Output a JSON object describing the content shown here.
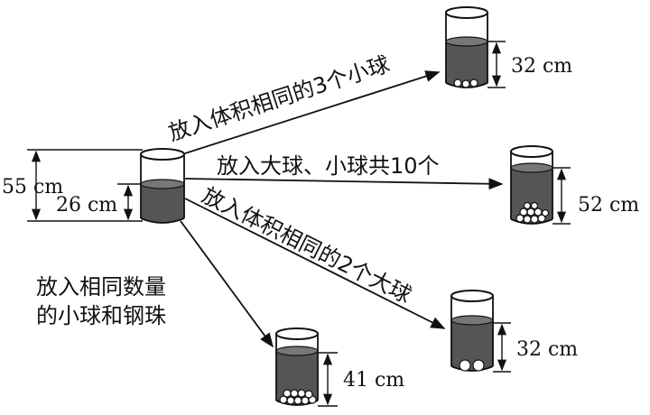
{
  "initial": {
    "total_height_label": "55 cm",
    "water_height_label": "26 cm"
  },
  "branches": {
    "three_small": {
      "caption": "放入体积相同的3个小球",
      "height_label": "32 cm"
    },
    "ten_mixed": {
      "caption": "放入大球、小球共10个",
      "height_label": "52 cm"
    },
    "two_large": {
      "caption": "放入体积相同的2个大球",
      "height_label": "32 cm"
    },
    "small_and_steel": {
      "caption_line1": "放入相同数量",
      "caption_line2": "的小球和钢珠",
      "height_label": "41 cm"
    }
  }
}
